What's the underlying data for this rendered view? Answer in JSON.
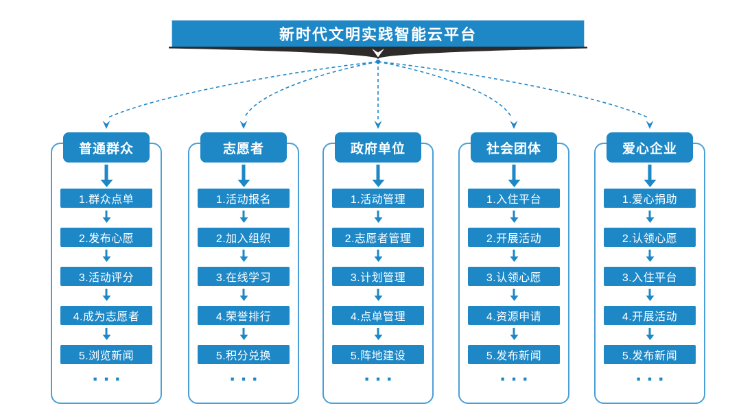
{
  "title": "新时代文明实践智能云平台",
  "ellipsis": "...",
  "columns": [
    {
      "title": "普通群众",
      "steps": [
        "1.群众点单",
        "2.发布心愿",
        "3.活动评分",
        "4.成为志愿者",
        "5.浏览新闻"
      ]
    },
    {
      "title": "志愿者",
      "steps": [
        "1.活动报名",
        "2.加入组织",
        "3.在线学习",
        "4.荣誉排行",
        "5.积分兑换"
      ]
    },
    {
      "title": "政府单位",
      "steps": [
        "1.活动管理",
        "2.志愿者管理",
        "3.计划管理",
        "4.点单管理",
        "5.阵地建设"
      ]
    },
    {
      "title": "社会团体",
      "steps": [
        "1.入住平台",
        "2.开展活动",
        "3.认领心愿",
        "4.资源申请",
        "5.发布新闻"
      ]
    },
    {
      "title": "爱心企业",
      "steps": [
        "1.爱心捐助",
        "2.认领心愿",
        "3.入住平台",
        "4.开展活动",
        "5.发布新闻"
      ]
    }
  ],
  "colors": {
    "primary_blue": "#1E88C7",
    "frame_border": "#4A9FD6",
    "connector_blue": "#1E86C8",
    "chevron_dark": "#2E2B2B",
    "text_on_blue": "#FFFFFF",
    "background": "#FFFFFF"
  }
}
